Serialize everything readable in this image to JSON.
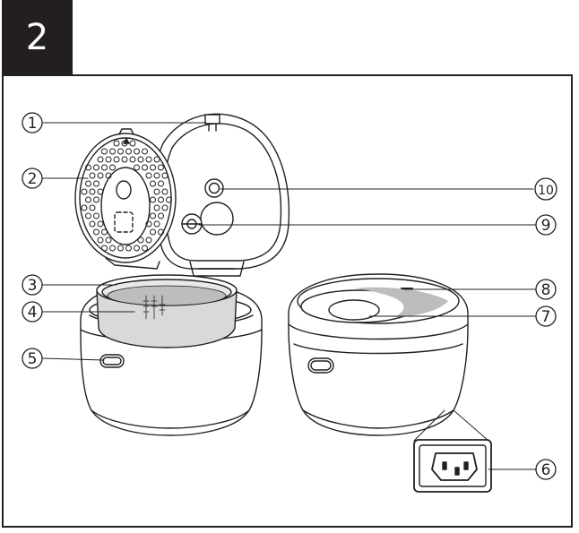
{
  "figure_number": "2",
  "callouts": [
    {
      "id": "1",
      "label": "1"
    },
    {
      "id": "2",
      "label": "2"
    },
    {
      "id": "3",
      "label": "3"
    },
    {
      "id": "4",
      "label": "4"
    },
    {
      "id": "5",
      "label": "5"
    },
    {
      "id": "6",
      "label": "6"
    },
    {
      "id": "7",
      "label": "7"
    },
    {
      "id": "8",
      "label": "8"
    },
    {
      "id": "9",
      "label": "9"
    },
    {
      "id": "10",
      "label": "10"
    }
  ],
  "colors": {
    "ink": "#231f20",
    "paper": "#ffffff",
    "tab": "#231f20",
    "shade": "#bdbdbd"
  }
}
